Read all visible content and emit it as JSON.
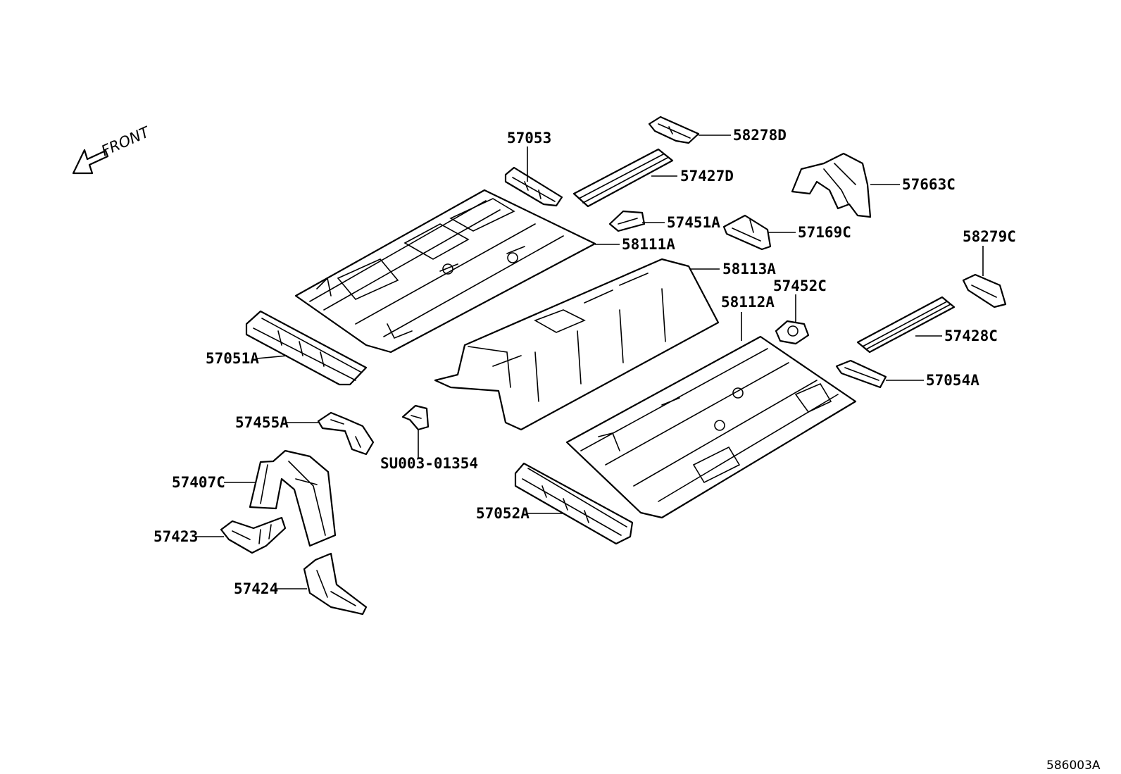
{
  "front_indicator": "FRONT",
  "diagram_ref": "586003A",
  "colors": {
    "line": "#000000",
    "background": "#ffffff"
  },
  "parts": {
    "p57053": "57053",
    "p58278D": "58278D",
    "p57427D": "57427D",
    "p57663C": "57663C",
    "p57451A": "57451A",
    "p57169C": "57169C",
    "p58111A": "58111A",
    "p58279C": "58279C",
    "p58113A": "58113A",
    "p57452C": "57452C",
    "p58112A": "58112A",
    "p57428C": "57428C",
    "p57051A": "57051A",
    "p57054A": "57054A",
    "p57455A": "57455A",
    "pSU003": "SU003-01354",
    "p57407C": "57407C",
    "p57052A": "57052A",
    "p57423": "57423",
    "p57424": "57424"
  }
}
